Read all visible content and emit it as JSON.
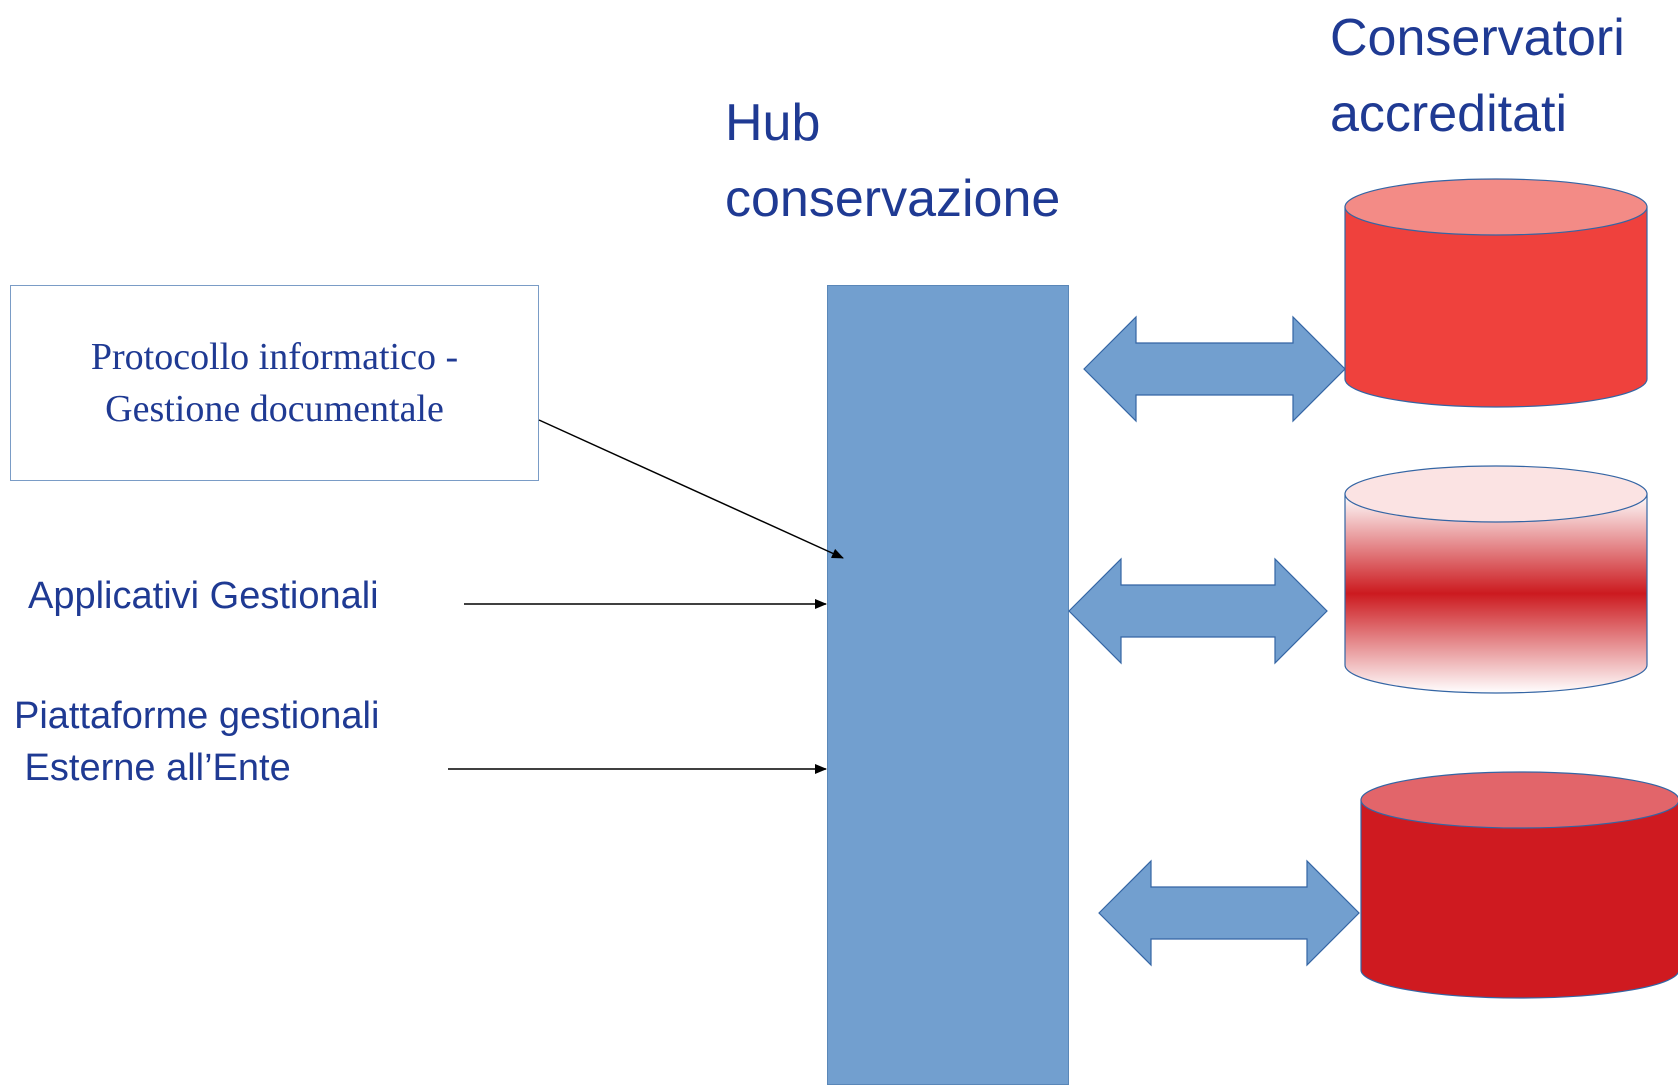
{
  "hub": {
    "title_line1": "Hub",
    "title_line2": "conservazione",
    "color": "#729fcf"
  },
  "conservatori": {
    "title_line1": "Conservatori",
    "title_line2": "accreditati",
    "cylinder_colors": [
      "#ef413d",
      "#cc1a1f",
      "#cf1a20"
    ]
  },
  "sources": {
    "protocollo": {
      "line1": "Protocollo informatico -",
      "line2": "Gestione documentale"
    },
    "applicativi": {
      "label": "Applicativi Gestionali"
    },
    "piattaforme": {
      "line1": "Piattaforme gestionali",
      "line2": " Esterne all’Ente"
    }
  },
  "colors": {
    "text": "#1f3a93",
    "arrow_fill": "#729fcf",
    "arrow_stroke": "#3465a4"
  }
}
